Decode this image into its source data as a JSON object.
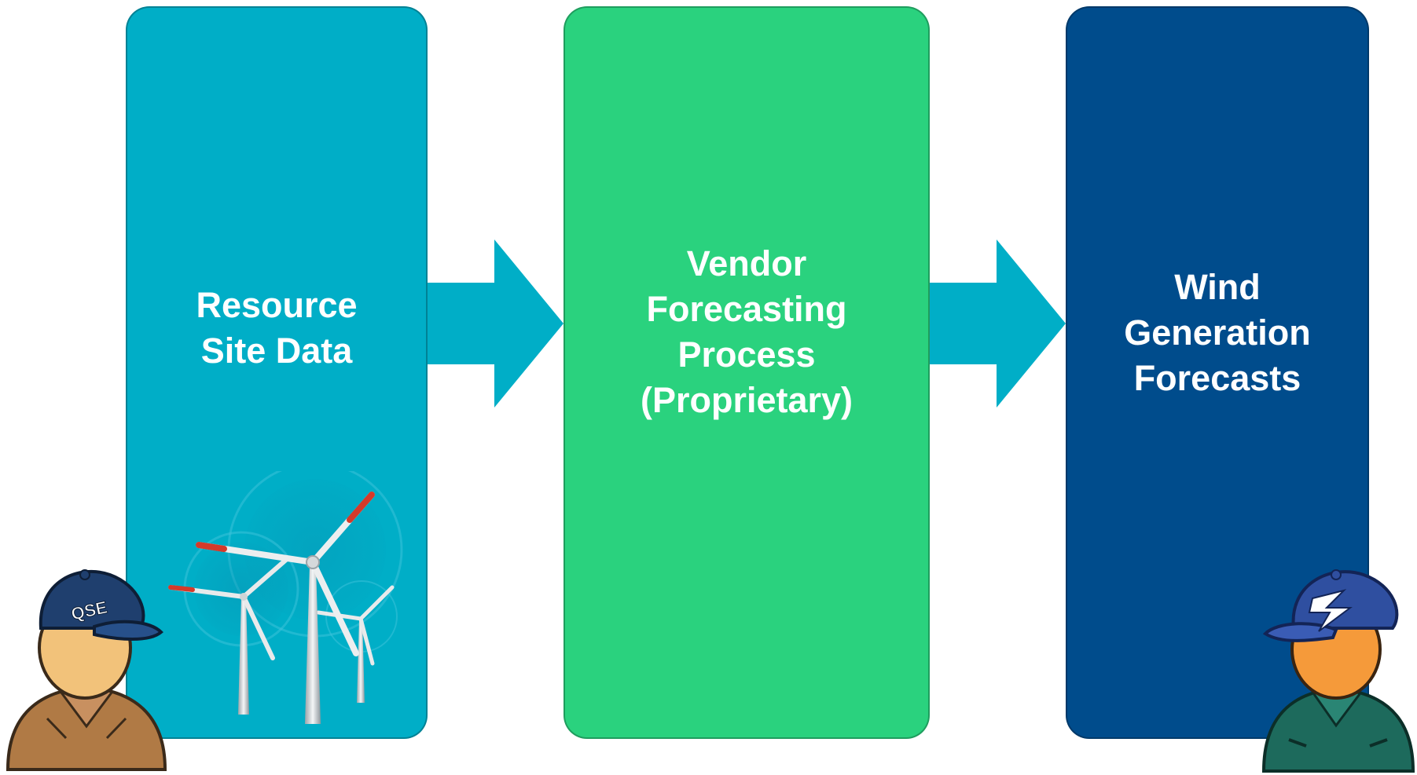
{
  "diagram": {
    "colors": {
      "resource_box": "#00AEC7",
      "vendor_box": "#2AD27E",
      "forecast_box": "#004C8C",
      "arrow": "#00AEC7",
      "label_text": "#FFFFFF"
    },
    "steps": [
      {
        "id": "resource-site-data",
        "lines": [
          "Resource",
          "Site Data"
        ]
      },
      {
        "id": "vendor-forecasting-process",
        "lines": [
          "Vendor",
          "Forecasting",
          "Process",
          "(Proprietary)"
        ]
      },
      {
        "id": "wind-generation-forecasts",
        "lines": [
          "Wind",
          "Generation",
          "Forecasts"
        ]
      }
    ],
    "actors": {
      "left": {
        "icon": "person-qse-icon",
        "cap_text": "QSE"
      },
      "right": {
        "icon": "person-ercot-icon"
      }
    },
    "illustration": {
      "icon": "wind-turbines-icon"
    }
  }
}
